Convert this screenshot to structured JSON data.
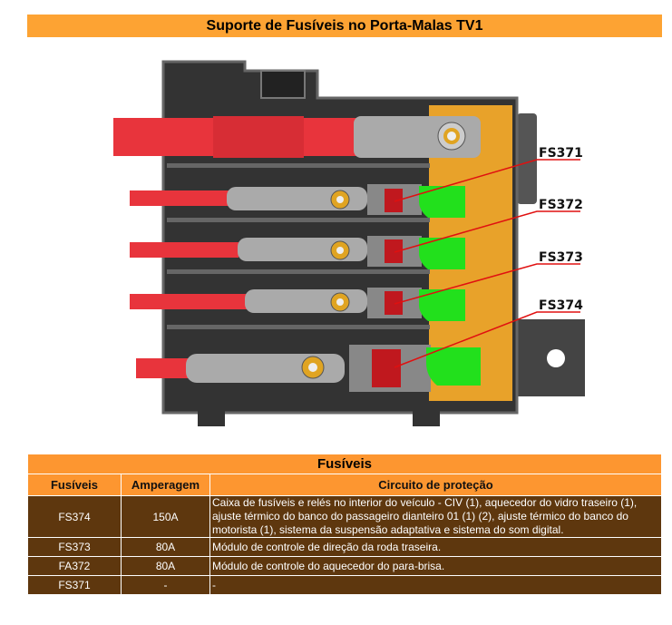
{
  "title": "Suporte de Fusíveis no Porta-Malas TV1",
  "diagram": {
    "labels": [
      "FS371",
      "FS372",
      "FS373",
      "FS374"
    ]
  },
  "table": {
    "title": "Fusíveis",
    "headers": [
      "Fusíveis",
      "Amperagem",
      "Circuito de proteção"
    ],
    "rows": [
      {
        "fuse": "FS374",
        "amp": "150A",
        "circuit": "Caixa de fusíveis e relés no interior do veículo - CIV (1), aquecedor do vidro traseiro (1), ajuste térmico do banco do passageiro dianteiro 01 (1) (2), ajuste térmico do banco do motorista (1), sistema da suspensão adaptativa e sistema do som digital."
      },
      {
        "fuse": "FS373",
        "amp": "80A",
        "circuit": "Módulo de controle de direção da roda traseira."
      },
      {
        "fuse": "FA372",
        "amp": "80A",
        "circuit": "Módulo de controle do aquecedor do para-brisa."
      },
      {
        "fuse": "FS371",
        "amp": "-",
        "circuit": "-"
      }
    ]
  },
  "colors": {
    "header": "#fd9630",
    "row": "#5e370e",
    "cable": "#e8343c",
    "fuse": "#c0181e",
    "terminal": "#22e01c",
    "busbar": "#e8a22a"
  }
}
